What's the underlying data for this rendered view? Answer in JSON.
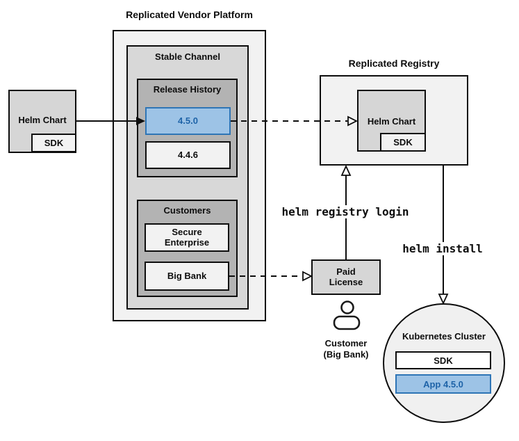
{
  "source": {
    "label": "Helm Chart",
    "sdk_label": "SDK"
  },
  "vendor_platform": {
    "title": "Replicated Vendor Platform",
    "stable_channel": {
      "title": "Stable Channel",
      "release_history": {
        "title": "Release History",
        "versions": [
          {
            "label": "4.5.0",
            "highlighted": true
          },
          {
            "label": "4.4.6",
            "highlighted": false
          }
        ]
      },
      "customers": {
        "title": "Customers",
        "secure_enterprise": {
          "line1": "Secure",
          "line2": "Enterprise"
        },
        "big_bank": {
          "label": "Big Bank"
        }
      }
    }
  },
  "registry": {
    "title": "Replicated Registry",
    "helm_chart": {
      "label": "Helm Chart",
      "sdk_label": "SDK"
    }
  },
  "paid_license": {
    "line1": "Paid",
    "line2": "License"
  },
  "customer_caption": {
    "line1": "Customer",
    "line2": "(Big Bank)"
  },
  "cluster": {
    "title": "Kubernetes Cluster",
    "sdk_label": "SDK",
    "app_label": "App 4.5.0"
  },
  "commands": {
    "registry_login": "helm registry login",
    "install": "helm install"
  },
  "colors": {
    "highlight_fill": "#9dc3e6",
    "highlight_border": "#2e75b6",
    "highlight_text": "#1e63a8",
    "box_light": "#f2f2f2",
    "box_mid": "#d8d8d8",
    "box_dark": "#b3b3b3",
    "box_gray": "#d6d6d6",
    "cluster_fill": "#f0f0f0",
    "line": "#0d0d0d"
  }
}
